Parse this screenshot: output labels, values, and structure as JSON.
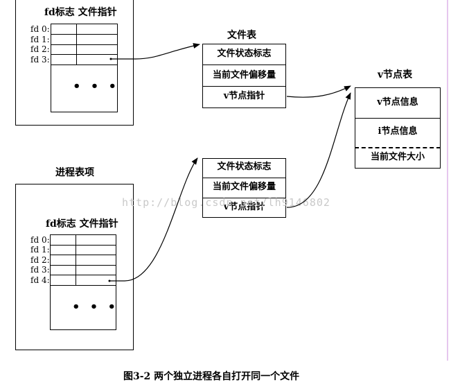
{
  "process1": {
    "header": "fd标志  文件指针",
    "fd_labels": [
      "fd 0:",
      "fd 1:",
      "fd 2:",
      "fd 3:"
    ],
    "ellipsis": "• • •"
  },
  "process2": {
    "title": "进程表项",
    "header": "fd标志  文件指针",
    "fd_labels": [
      "fd 0:",
      "fd 1:",
      "fd 2:",
      "fd 3:",
      "fd 4:"
    ],
    "ellipsis": "• • •"
  },
  "file_table_1": {
    "title": "文件表",
    "rows": [
      "文件状态标志",
      "当前文件偏移量",
      "v节点指针"
    ]
  },
  "file_table_2": {
    "rows": [
      "文件状态标志",
      "当前文件偏移量",
      "v节点指针"
    ]
  },
  "vnode_table": {
    "title": "v节点表",
    "rows": [
      "v节点信息",
      "i节点信息",
      "当前文件大小"
    ]
  },
  "watermark": "http://blog.csdn.net/lh9146802",
  "caption": "图3-2  两个独立进程各自打开同一个文件",
  "colors": {
    "lines": "#000000",
    "watermark": "#c9c9c9",
    "frame_accent": "#e0b8e8"
  }
}
